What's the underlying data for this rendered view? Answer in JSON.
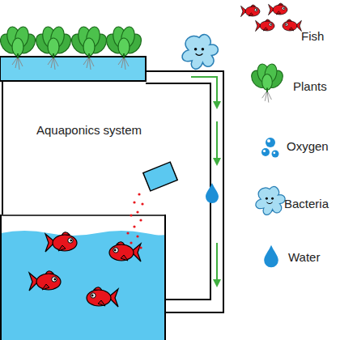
{
  "diagram": {
    "labels": [
      "Aquaponics system"
    ],
    "legend": [
      {
        "text": "Fish"
      },
      {
        "text": "Plants"
      },
      {
        "text": "Oxygen"
      },
      {
        "text": "Bacteria"
      },
      {
        "text": "Water"
      }
    ]
  }
}
